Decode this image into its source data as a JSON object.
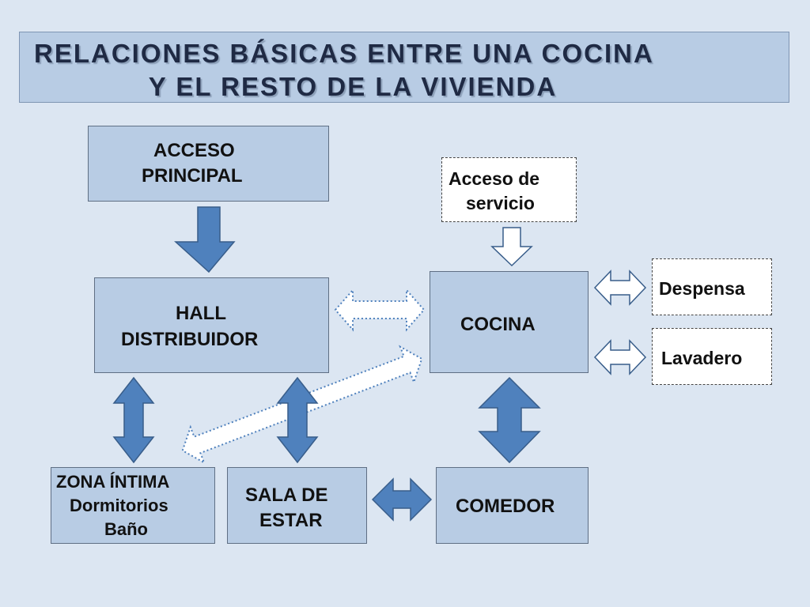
{
  "title": {
    "line1": "RELACIONES BÁSICAS ENTRE UNA COCINA",
    "line2": "Y EL RESTO DE LA VIVIENDA"
  },
  "nodes": {
    "acceso_principal": [
      "ACCESO",
      "PRINCIPAL"
    ],
    "hall": [
      "HALL",
      "DISTRIBUIDOR"
    ],
    "acceso_servicio": [
      "Acceso de",
      "servicio"
    ],
    "cocina": "COCINA",
    "despensa": "Despensa",
    "lavadero": "Lavadero",
    "zona_intima": [
      "ZONA ÍNTIMA",
      "Dormitorios",
      "Baño"
    ],
    "sala": [
      "SALA DE",
      "ESTAR"
    ],
    "comedor": "COMEDOR"
  },
  "colors": {
    "background": "#dce6f2",
    "box_fill": "#b8cce4",
    "arrow_fill": "#4f81bd",
    "arrow_stroke": "#385d8a"
  }
}
